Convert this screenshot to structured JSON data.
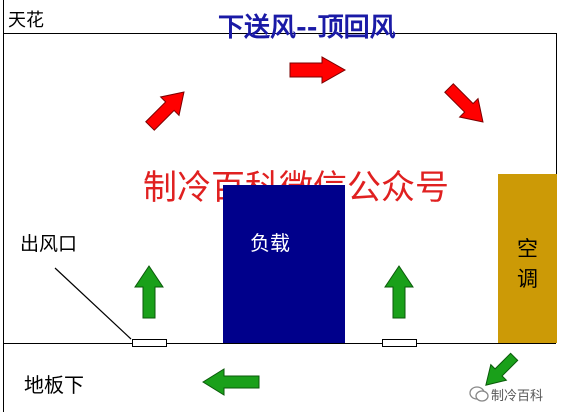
{
  "title": "下送风--顶回风",
  "ceiling_label": "天花",
  "floor_label": "地板下",
  "outlet_label": "出风口",
  "load_label": "负载",
  "ac_label_line1": "空",
  "ac_label_line2": "调",
  "watermark_text": "制冷百科微信公众号",
  "logo_text": "制冷百科",
  "colors": {
    "title": "#1a1aa6",
    "watermark": "#e02020",
    "load_box": "#00008b",
    "ac_unit": "#cc9a06",
    "red_arrow": "#ff0000",
    "green_arrow": "#1aa01a"
  }
}
